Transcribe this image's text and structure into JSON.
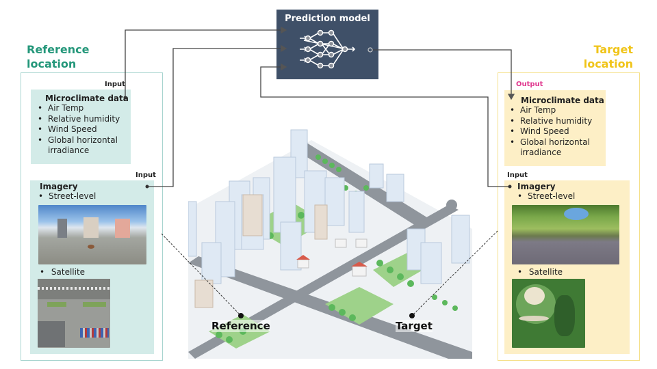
{
  "reference": {
    "title_line1": "Reference",
    "title_line2": "location",
    "color": "#24977a",
    "microclimate_tag": "Input",
    "microclimate": {
      "heading": "Microclimate data",
      "items": [
        "Air Temp",
        "Relative humidity",
        "Wind Speed",
        "Global horizontal",
        "irradiance"
      ]
    },
    "imagery_tag": "Input",
    "imagery": {
      "heading": "Imagery",
      "street_label": "Street-level",
      "satellite_label": "Satellite"
    }
  },
  "target": {
    "title_line1": "Target",
    "title_line2": "location",
    "color": "#f0c419",
    "microclimate_tag": "Output",
    "microclimate_tag_color": "#e0398f",
    "microclimate": {
      "heading": "Microclimate data",
      "items": [
        "Air Temp",
        "Relative humidity",
        "Wind Speed",
        "Global horizontal",
        "irradiance"
      ]
    },
    "imagery_tag": "Input",
    "imagery": {
      "heading": "Imagery",
      "street_label": "Street-level",
      "satellite_label": "Satellite"
    }
  },
  "model": {
    "title": "Prediction model",
    "icon": "neural-network-icon",
    "color": "#3f5068"
  },
  "city": {
    "reference_label": "Reference",
    "target_label": "Target"
  }
}
